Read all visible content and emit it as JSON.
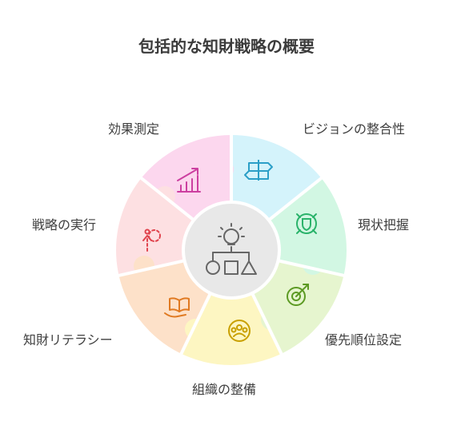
{
  "title": "包括的な知財戦略の概要",
  "segments": [
    {
      "key": "vision",
      "label": "ビジョンの整合性",
      "color": "#d4f3fb",
      "icon_color": "#2b9fc7",
      "icon": "signpost-icon"
    },
    {
      "key": "current",
      "label": "現状把握",
      "color": "#d2f7e3",
      "icon_color": "#2bb36b",
      "icon": "shield-target-icon"
    },
    {
      "key": "priority",
      "label": "優先順位設定",
      "color": "#e6f5cf",
      "icon_color": "#5c9a23",
      "icon": "target-arrow-icon"
    },
    {
      "key": "org",
      "label": "組織の整備",
      "color": "#fdf6c2",
      "icon_color": "#c9a000",
      "icon": "team-icon"
    },
    {
      "key": "literacy",
      "label": "知財リテラシー",
      "color": "#fde1c9",
      "icon_color": "#e07a22",
      "icon": "book-hand-icon"
    },
    {
      "key": "execution",
      "label": "戦略の実行",
      "color": "#fde0e2",
      "icon_color": "#e0444e",
      "icon": "path-arrow-icon"
    },
    {
      "key": "measure",
      "label": "効果測定",
      "color": "#fcd7ee",
      "icon_color": "#cc3fa0",
      "icon": "chart-up-icon"
    }
  ],
  "center": {
    "color": "#e8e8e8",
    "icon_color": "#666666",
    "icon": "idea-shapes-icon"
  }
}
